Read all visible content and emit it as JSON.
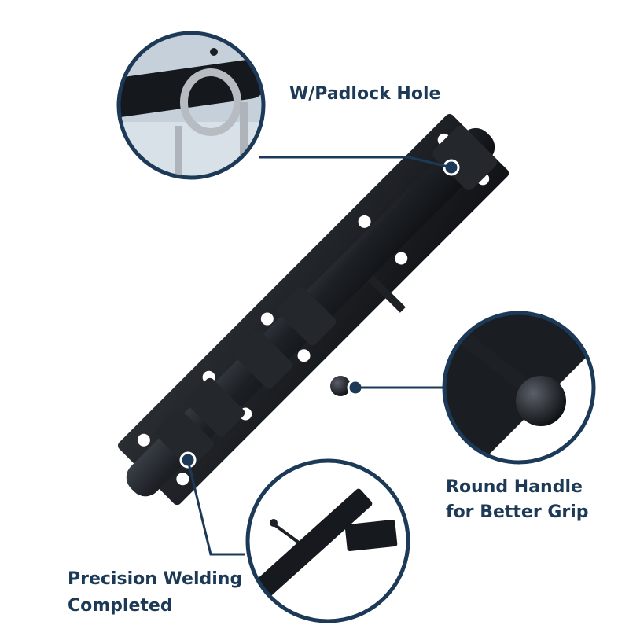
{
  "callouts": {
    "padlock": {
      "text": "W/Padlock Hole"
    },
    "handle": {
      "lines": [
        "Round Handle",
        "for Better Grip"
      ]
    },
    "weld": {
      "lines": [
        "Precision Welding",
        "Completed"
      ]
    }
  },
  "colors": {
    "label": "#1c3a57",
    "ring": "#1c3a57",
    "metal": "#1b1e22",
    "background": "#ffffff"
  },
  "icons": {
    "callout_marker": "dot-marker-icon"
  }
}
